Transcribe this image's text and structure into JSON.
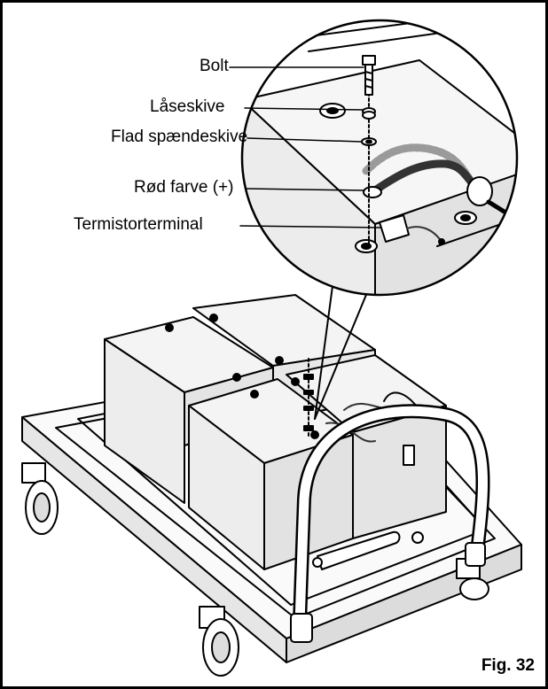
{
  "labels": {
    "bolt": "Bolt",
    "lock_washer": "Låseskive",
    "flat_washer": "Flad spændeskive",
    "red_positive": "Rød farve (+)",
    "thermistor_terminal": "Termistorterminal"
  },
  "figure": {
    "label": "Fig. 32"
  },
  "colors": {
    "line": "#000000",
    "battery_fill": "#f4f4f4",
    "cable_dark": "#3a3a3a",
    "dotted_cable": "#9a9a9a"
  }
}
